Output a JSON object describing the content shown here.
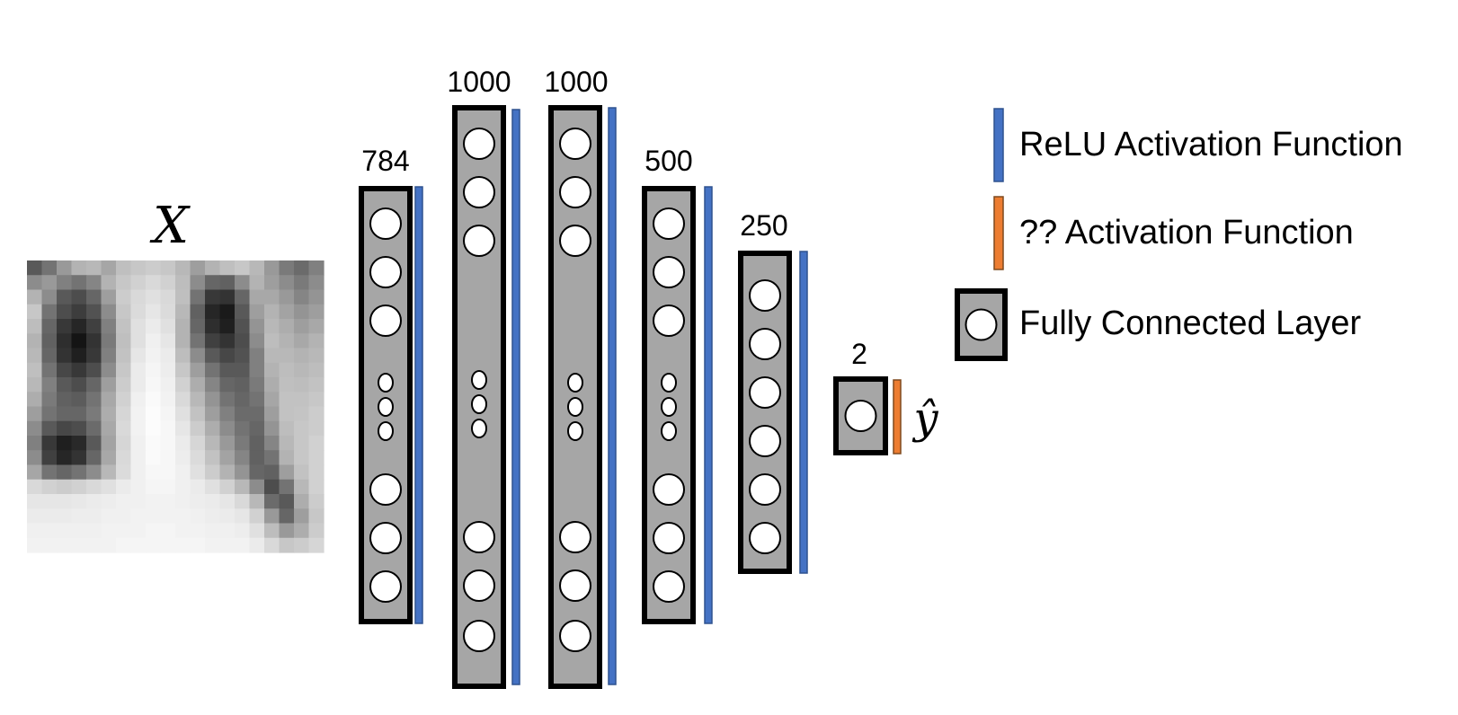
{
  "input": {
    "symbol": "X",
    "pixels": [
      [
        0.35,
        0.45,
        0.6,
        0.7,
        0.72,
        0.65,
        0.75,
        0.78,
        0.8,
        0.78,
        0.72,
        0.62,
        0.7,
        0.75,
        0.78,
        0.72,
        0.6,
        0.48,
        0.42,
        0.5
      ],
      [
        0.55,
        0.6,
        0.5,
        0.45,
        0.52,
        0.7,
        0.78,
        0.82,
        0.85,
        0.82,
        0.74,
        0.55,
        0.4,
        0.38,
        0.55,
        0.7,
        0.62,
        0.55,
        0.48,
        0.55
      ],
      [
        0.7,
        0.55,
        0.35,
        0.3,
        0.4,
        0.62,
        0.8,
        0.85,
        0.88,
        0.85,
        0.75,
        0.45,
        0.22,
        0.2,
        0.4,
        0.66,
        0.66,
        0.6,
        0.52,
        0.58
      ],
      [
        0.78,
        0.45,
        0.3,
        0.24,
        0.32,
        0.55,
        0.78,
        0.86,
        0.9,
        0.86,
        0.72,
        0.38,
        0.15,
        0.1,
        0.35,
        0.62,
        0.7,
        0.64,
        0.58,
        0.62
      ],
      [
        0.74,
        0.4,
        0.22,
        0.15,
        0.25,
        0.5,
        0.76,
        0.88,
        0.92,
        0.88,
        0.7,
        0.4,
        0.18,
        0.12,
        0.32,
        0.58,
        0.72,
        0.68,
        0.62,
        0.66
      ],
      [
        0.7,
        0.38,
        0.18,
        0.08,
        0.2,
        0.48,
        0.75,
        0.88,
        0.94,
        0.9,
        0.7,
        0.45,
        0.25,
        0.2,
        0.3,
        0.55,
        0.74,
        0.7,
        0.66,
        0.7
      ],
      [
        0.72,
        0.4,
        0.2,
        0.12,
        0.22,
        0.5,
        0.76,
        0.9,
        0.95,
        0.92,
        0.74,
        0.55,
        0.35,
        0.28,
        0.32,
        0.5,
        0.72,
        0.72,
        0.7,
        0.72
      ],
      [
        0.75,
        0.45,
        0.28,
        0.22,
        0.3,
        0.55,
        0.78,
        0.92,
        0.96,
        0.93,
        0.78,
        0.62,
        0.45,
        0.35,
        0.35,
        0.5,
        0.7,
        0.74,
        0.72,
        0.74
      ],
      [
        0.72,
        0.5,
        0.35,
        0.3,
        0.4,
        0.62,
        0.8,
        0.92,
        0.97,
        0.94,
        0.82,
        0.68,
        0.52,
        0.4,
        0.38,
        0.48,
        0.68,
        0.75,
        0.74,
        0.76
      ],
      [
        0.68,
        0.48,
        0.38,
        0.36,
        0.45,
        0.66,
        0.82,
        0.94,
        0.98,
        0.95,
        0.85,
        0.72,
        0.58,
        0.45,
        0.4,
        0.45,
        0.65,
        0.76,
        0.76,
        0.78
      ],
      [
        0.62,
        0.45,
        0.4,
        0.4,
        0.48,
        0.68,
        0.84,
        0.95,
        0.99,
        0.96,
        0.88,
        0.76,
        0.62,
        0.5,
        0.42,
        0.42,
        0.62,
        0.76,
        0.77,
        0.8
      ],
      [
        0.55,
        0.35,
        0.28,
        0.3,
        0.42,
        0.66,
        0.85,
        0.95,
        0.99,
        0.97,
        0.9,
        0.8,
        0.68,
        0.55,
        0.45,
        0.4,
        0.58,
        0.74,
        0.78,
        0.8
      ],
      [
        0.5,
        0.22,
        0.12,
        0.16,
        0.35,
        0.64,
        0.84,
        0.94,
        0.98,
        0.97,
        0.92,
        0.84,
        0.72,
        0.6,
        0.48,
        0.38,
        0.52,
        0.72,
        0.78,
        0.82
      ],
      [
        0.55,
        0.25,
        0.15,
        0.2,
        0.4,
        0.66,
        0.85,
        0.94,
        0.98,
        0.97,
        0.93,
        0.86,
        0.76,
        0.64,
        0.52,
        0.38,
        0.45,
        0.7,
        0.78,
        0.82
      ],
      [
        0.65,
        0.45,
        0.4,
        0.45,
        0.55,
        0.72,
        0.86,
        0.94,
        0.97,
        0.97,
        0.94,
        0.88,
        0.8,
        0.7,
        0.58,
        0.4,
        0.38,
        0.62,
        0.76,
        0.82
      ],
      [
        0.85,
        0.82,
        0.8,
        0.82,
        0.85,
        0.88,
        0.92,
        0.94,
        0.96,
        0.96,
        0.94,
        0.92,
        0.88,
        0.82,
        0.72,
        0.55,
        0.3,
        0.45,
        0.72,
        0.82
      ],
      [
        0.9,
        0.9,
        0.9,
        0.91,
        0.92,
        0.93,
        0.94,
        0.94,
        0.95,
        0.95,
        0.94,
        0.93,
        0.92,
        0.9,
        0.85,
        0.72,
        0.42,
        0.35,
        0.68,
        0.8
      ],
      [
        0.92,
        0.92,
        0.92,
        0.93,
        0.93,
        0.94,
        0.94,
        0.95,
        0.95,
        0.95,
        0.95,
        0.94,
        0.93,
        0.92,
        0.9,
        0.82,
        0.6,
        0.4,
        0.62,
        0.78
      ],
      [
        0.94,
        0.94,
        0.94,
        0.94,
        0.94,
        0.95,
        0.95,
        0.95,
        0.96,
        0.96,
        0.95,
        0.95,
        0.94,
        0.94,
        0.93,
        0.88,
        0.74,
        0.6,
        0.68,
        0.8
      ],
      [
        0.95,
        0.95,
        0.95,
        0.95,
        0.95,
        0.95,
        0.96,
        0.96,
        0.96,
        0.96,
        0.96,
        0.96,
        0.95,
        0.95,
        0.95,
        0.92,
        0.85,
        0.78,
        0.8,
        0.84
      ]
    ]
  },
  "layers": [
    {
      "size_label": "784",
      "activation": "relu"
    },
    {
      "size_label": "1000",
      "activation": "relu"
    },
    {
      "size_label": "1000",
      "activation": "relu"
    },
    {
      "size_label": "500",
      "activation": "relu"
    },
    {
      "size_label": "250",
      "activation": "relu"
    },
    {
      "size_label": "2",
      "activation": "unknown"
    }
  ],
  "output_symbol": "ŷ",
  "legend": {
    "relu_label": "ReLU Activation Function",
    "unknown_label": "?? Activation Function",
    "fc_label": "Fully Connected Layer"
  },
  "colors": {
    "relu": "#4472C4",
    "unknown": "#ED7D31",
    "layer_fill": "#A6A6A6",
    "layer_border": "#000000",
    "neuron_fill": "#FFFFFF"
  }
}
